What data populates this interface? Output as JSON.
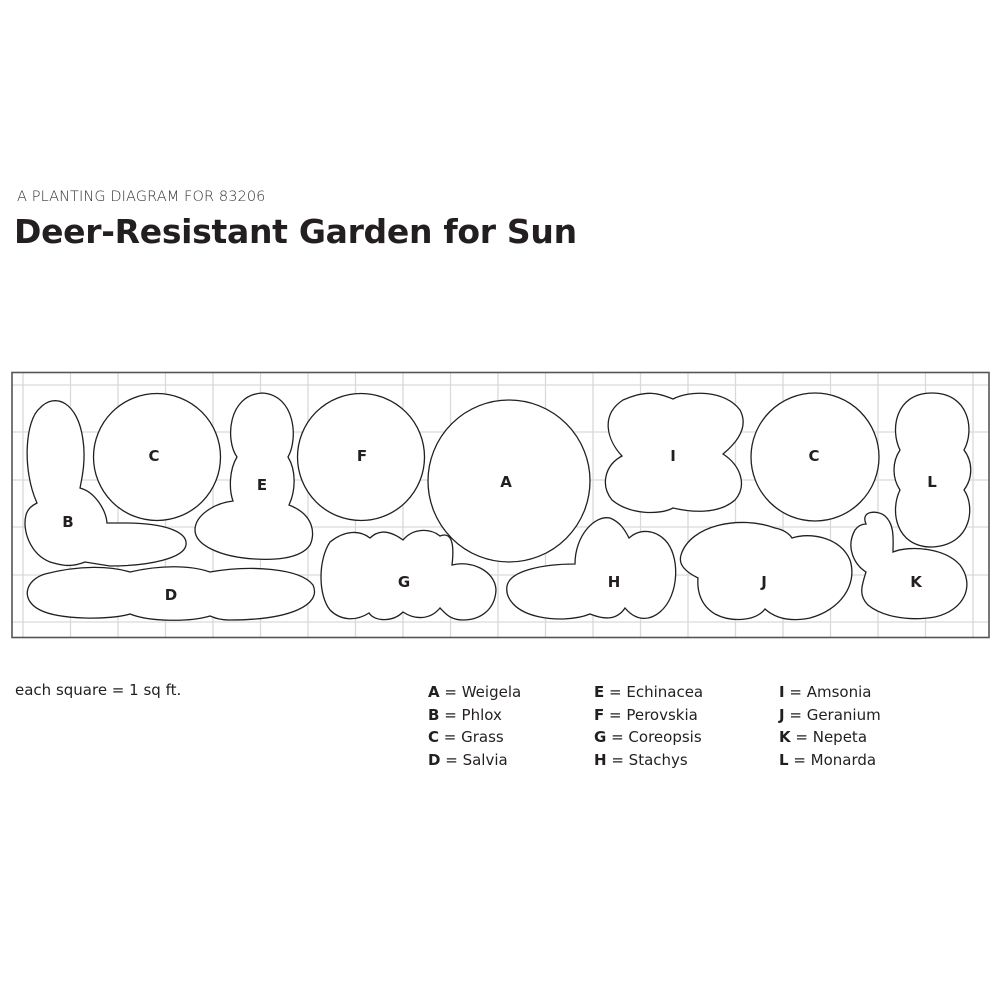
{
  "header": {
    "subtitle": "A PLANTING DIAGRAM FOR 83206",
    "title": "Deer-Resistant Garden for Sun"
  },
  "diagram": {
    "grid": {
      "rows": 5,
      "cols": 20,
      "unit": "1 sq ft",
      "line_color": "#d9d9d9",
      "border_color": "#555555"
    },
    "beds": [
      {
        "label": "B",
        "plant": "Phlox"
      },
      {
        "label": "C",
        "plant": "Grass"
      },
      {
        "label": "E",
        "plant": "Echinacea"
      },
      {
        "label": "F",
        "plant": "Perovskia"
      },
      {
        "label": "A",
        "plant": "Weigela"
      },
      {
        "label": "I",
        "plant": "Amsonia"
      },
      {
        "label": "C",
        "plant": "Grass"
      },
      {
        "label": "L",
        "plant": "Monarda"
      },
      {
        "label": "D",
        "plant": "Salvia"
      },
      {
        "label": "G",
        "plant": "Coreopsis"
      },
      {
        "label": "H",
        "plant": "Stachys"
      },
      {
        "label": "J",
        "plant": "Geranium"
      },
      {
        "label": "K",
        "plant": "Nepeta"
      }
    ]
  },
  "footer": {
    "scale_note": "each square = 1 sq ft.",
    "legend": [
      [
        {
          "key": "A",
          "value": "Weigela"
        },
        {
          "key": "B",
          "value": "Phlox"
        },
        {
          "key": "C",
          "value": "Grass"
        },
        {
          "key": "D",
          "value": "Salvia"
        }
      ],
      [
        {
          "key": "E",
          "value": "Echinacea"
        },
        {
          "key": "F",
          "value": "Perovskia"
        },
        {
          "key": "G",
          "value": "Coreopsis"
        },
        {
          "key": "H",
          "value": "Stachys"
        }
      ],
      [
        {
          "key": "I",
          "value": "Amsonia"
        },
        {
          "key": "J",
          "value": "Geranium"
        },
        {
          "key": "K",
          "value": "Nepeta"
        },
        {
          "key": "L",
          "value": "Monarda"
        }
      ]
    ],
    "separator": " = "
  }
}
